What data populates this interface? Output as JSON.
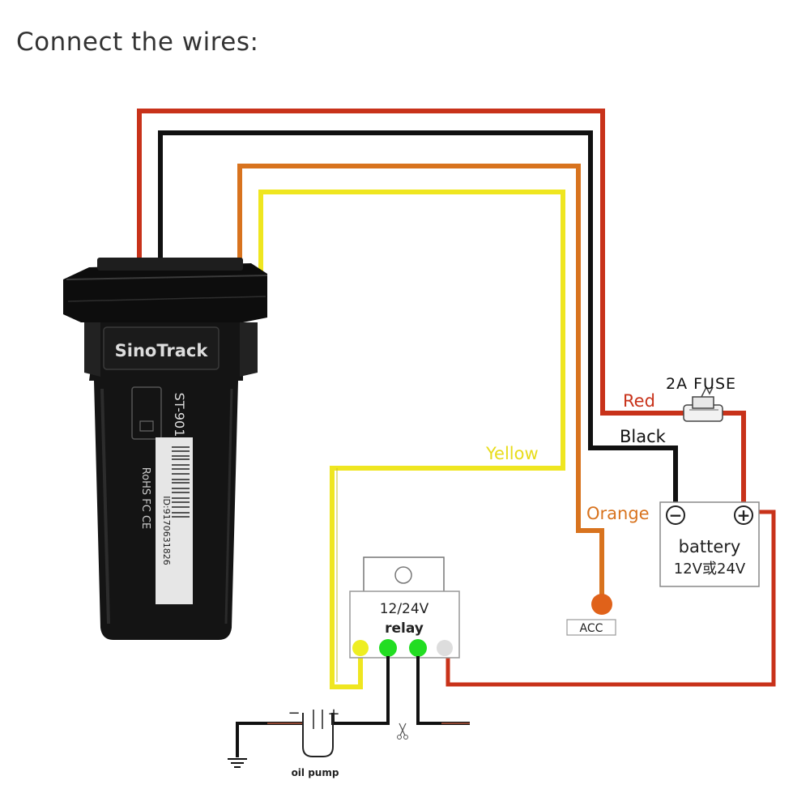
{
  "title": "Connect the wires:",
  "device": {
    "brand": "SinoTrack",
    "model": "ST-901",
    "id_label": "ID:9170631826",
    "cert_marks": "RoHS  FC  CE"
  },
  "wires": {
    "red": "Red",
    "black": "Black",
    "orange": "Orange",
    "yellow": "Yellow"
  },
  "fuse_label": "2A  FUSE",
  "battery": {
    "label": "battery",
    "voltage": "12V或24V",
    "minus": "−",
    "plus": "+"
  },
  "acc_label": "ACC",
  "relay": {
    "voltage": "12/24V",
    "label": "relay"
  },
  "oil_pump": {
    "label": "oil pump",
    "minus": "−",
    "plus": "+"
  },
  "colors": {
    "red_wire": "#c8321a",
    "black_wire": "#111111",
    "orange_wire": "#d8731e",
    "yellow_wire": "#efe620",
    "device_body": "#141414",
    "relay_green": "#22dd22",
    "relay_yellow": "#eeee22",
    "acc_dot": "#e0621a"
  }
}
